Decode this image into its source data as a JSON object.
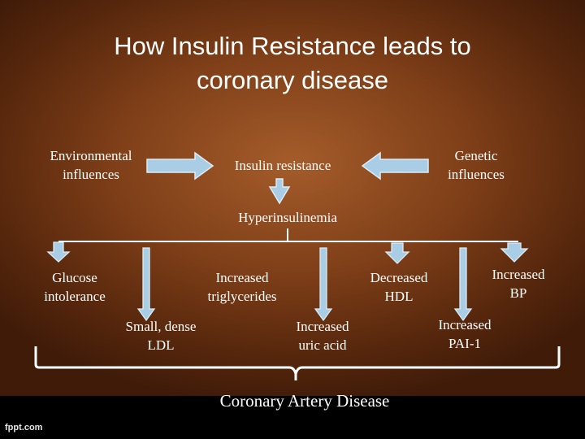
{
  "title": "How Insulin Resistance leads to\ncoronary disease",
  "nodes": {
    "environmental": "Environmental\ninfluences",
    "insulin_resistance": "Insulin resistance",
    "genetic": "Genetic\ninfluences",
    "hyperinsulinemia": "Hyperinsulinemia",
    "glucose": "Glucose\nintolerance",
    "triglycerides": "Increased\ntriglycerides",
    "hdl": "Decreased\nHDL",
    "bp": "Increased\nBP",
    "ldl": "Small, dense\nLDL",
    "uric_acid": "Increased\nuric acid",
    "pai1": "Increased\nPAI-1"
  },
  "outcome": "Coronary Artery Disease",
  "watermark": "fppt.com",
  "colors": {
    "arrow_fill": "#a9cde4",
    "arrow_stroke": "#dcecf6",
    "line": "#ffffff"
  }
}
